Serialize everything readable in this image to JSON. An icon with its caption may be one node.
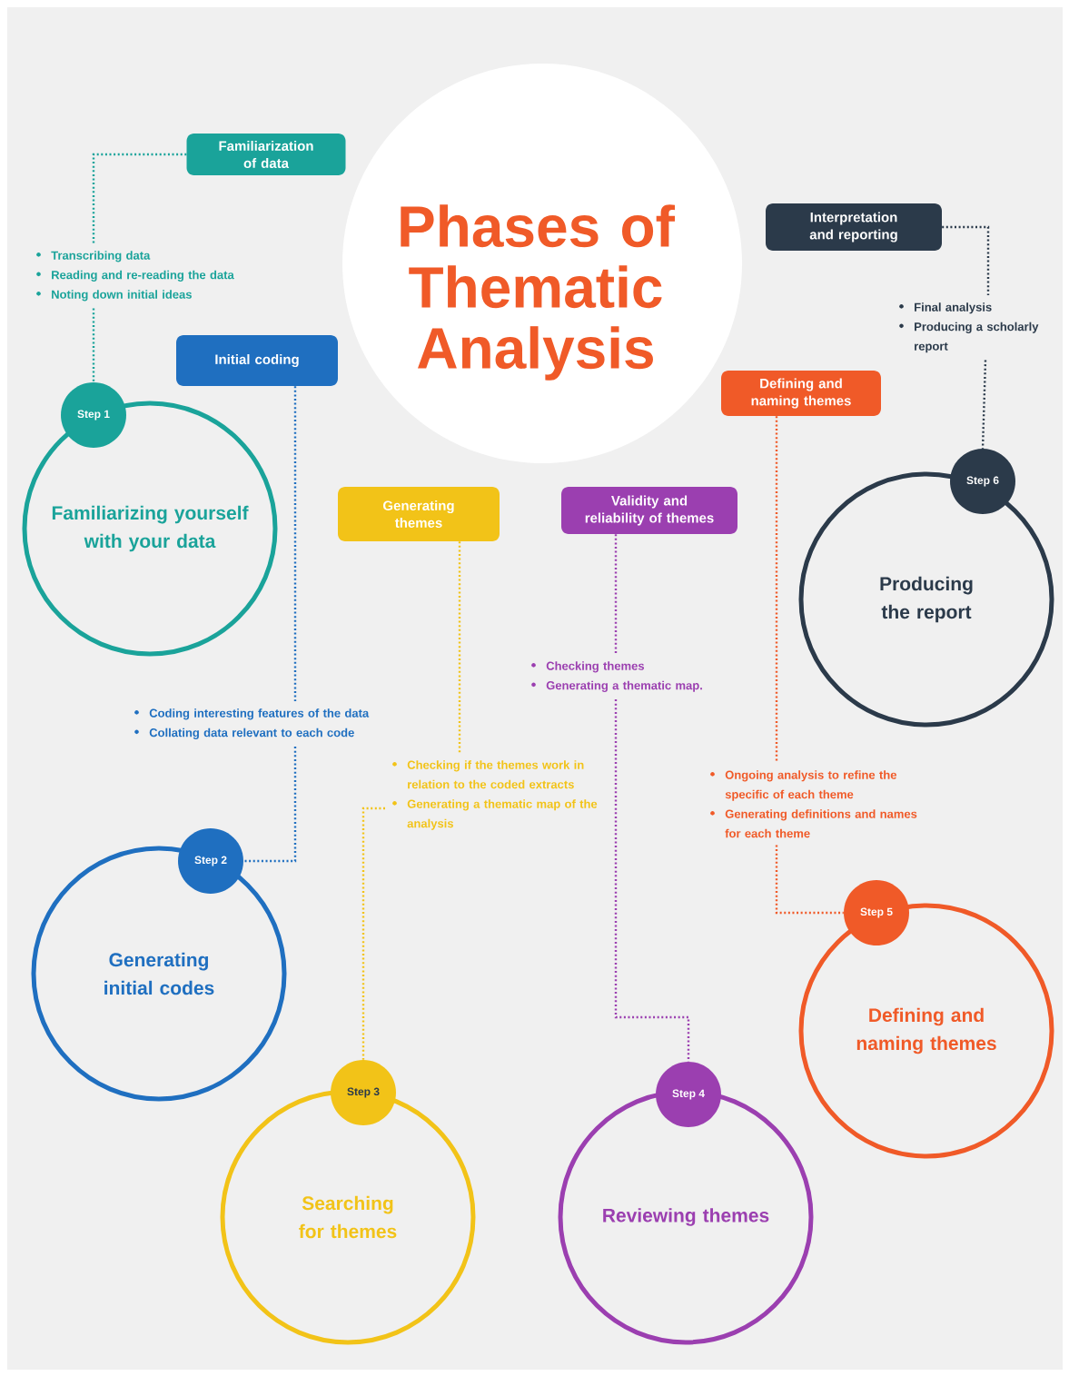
{
  "diagram": {
    "title": "Phases of Thematic Analysis",
    "nodes": [
      {
        "text": [
          "Familiarization of data"
        ]
      },
      {
        "text": [
          "Transcribing data",
          "Reading and re-reading the data",
          "Noting down initial ideas"
        ]
      },
      {
        "text": [
          "Step 1"
        ]
      },
      {
        "text": [
          "Familiarizing  yourself with your data"
        ]
      },
      {
        "text": [
          "Initial coding"
        ]
      },
      {
        "text": [
          "Coding interesting features of the data",
          "Collating data relevant to each code"
        ]
      },
      {
        "text": [
          "Step 2"
        ]
      },
      {
        "text": [
          "Generating initial codes"
        ]
      },
      {
        "text": [
          "Generating themes"
        ]
      },
      {
        "text": [
          "Checking if the themes work in relation to the coded extracts",
          "Generating a thematic map of the analysis"
        ]
      },
      {
        "text": [
          "Step 3"
        ]
      },
      {
        "text": [
          "Searching for themes"
        ]
      },
      {
        "text": [
          "Validity and reliability of themes"
        ]
      },
      {
        "text": [
          "Checking themes",
          "Generating a thematic map."
        ]
      },
      {
        "text": [
          "Step 4"
        ]
      },
      {
        "text": [
          "Reviewing themes"
        ]
      },
      {
        "text": [
          "Defining and naming themes"
        ]
      },
      {
        "text": [
          "Ongoing analysis to refine the specific of each theme",
          "Generating definitions and names for each theme"
        ]
      },
      {
        "text": [
          "Step 5"
        ]
      },
      {
        "text": [
          "Defining and naming themes"
        ]
      },
      {
        "text": [
          "Interpretation and reporting"
        ]
      },
      {
        "text": [
          "Final analysis",
          "Producing a scholarly report"
        ]
      },
      {
        "text": [
          "Step 6"
        ]
      },
      {
        "text": [
          "Producing the report"
        ]
      }
    ],
    "edges": [
      {
        "from": 0,
        "to": 1,
        "arrow": "none",
        "color": "#1aa39a"
      },
      {
        "from": 1,
        "to": 2,
        "arrow": "none",
        "color": "#1aa39a"
      },
      {
        "from": 4,
        "to": 5,
        "arrow": "none",
        "color": "#1f6fc0"
      },
      {
        "from": 5,
        "to": 6,
        "arrow": "none",
        "color": "#1f6fc0"
      },
      {
        "from": 8,
        "to": 9,
        "arrow": "none",
        "color": "#f2c318"
      },
      {
        "from": 9,
        "to": 10,
        "arrow": "none",
        "color": "#f2c318"
      },
      {
        "from": 12,
        "to": 13,
        "arrow": "none",
        "color": "#9b3fb0"
      },
      {
        "from": 13,
        "to": 14,
        "arrow": "none",
        "color": "#9b3fb0"
      },
      {
        "from": 16,
        "to": 17,
        "arrow": "none",
        "color": "#f05a28"
      },
      {
        "from": 17,
        "to": 18,
        "arrow": "none",
        "color": "#f05a28"
      },
      {
        "from": 20,
        "to": 21,
        "arrow": "none",
        "color": "#2b3a4a"
      },
      {
        "from": 21,
        "to": 22,
        "arrow": "none",
        "color": "#2b3a4a"
      }
    ]
  }
}
